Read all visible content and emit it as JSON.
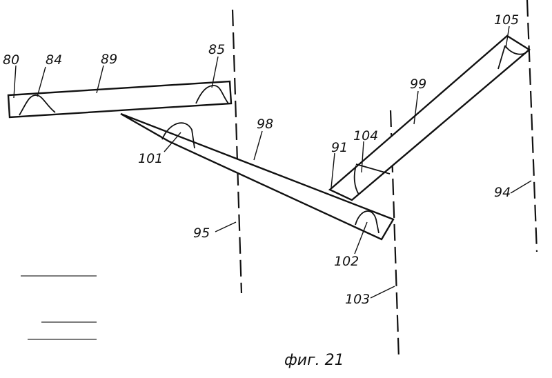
{
  "labels": {
    "l80": "80",
    "l84": "84",
    "l89": "89",
    "l85": "85",
    "l98": "98",
    "l101": "101",
    "l91": "91",
    "l104": "104",
    "l99": "99",
    "l105": "105",
    "l94": "94",
    "l95": "95",
    "l102": "102",
    "l103": "103"
  },
  "caption": "фиг. 21"
}
